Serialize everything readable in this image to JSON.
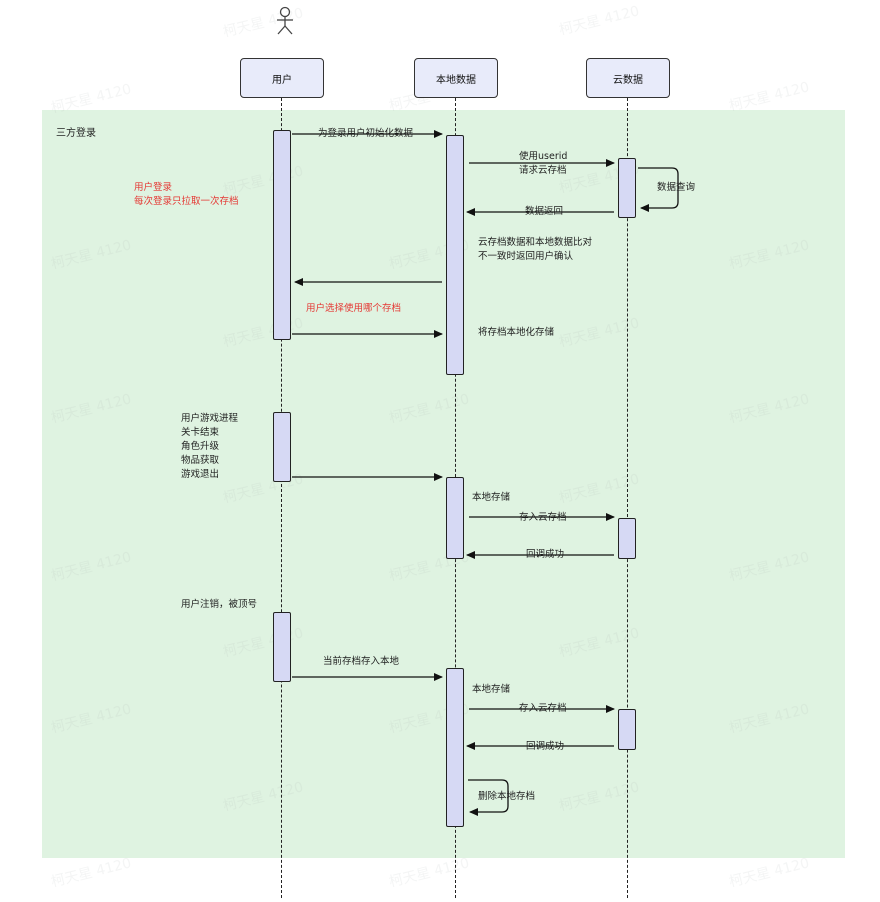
{
  "fragment": {
    "title": "三方登录"
  },
  "actors": [
    "用户",
    "本地数据",
    "云数据"
  ],
  "messages": {
    "init": "为登录用户初始化数据",
    "req1": "使用userid",
    "req2": "请求云存档",
    "self_query": "数据查询",
    "return": "数据返回",
    "compare1": "云存档数据和本地数据比对",
    "compare2": "不一致时返回用户确认",
    "choose": "用户选择使用哪个存档",
    "localize": "将存档本地化存储",
    "local_store_1": "本地存储",
    "cloud_store_1": "存入云存档",
    "callback_1": "回调成功",
    "save_local": "当前存档存入本地",
    "local_store_2": "本地存储",
    "cloud_store_2": "存入云存档",
    "callback_2": "回调成功",
    "delete_local": "删除本地存档"
  },
  "notes": {
    "login_1": "用户登录",
    "login_2": "每次登录只拉取一次存档",
    "progress": [
      "用户游戏进程",
      "关卡结束",
      "角色升级",
      "物品获取",
      "游戏退出"
    ],
    "logout": "用户注销，被顶号"
  },
  "watermark": "柯天星 4120",
  "colors": {
    "fragment": "#dff3e1",
    "actor_fill": "#e8ebfa",
    "activation_fill": "#d6d9f4",
    "note_red": "#e53935"
  }
}
